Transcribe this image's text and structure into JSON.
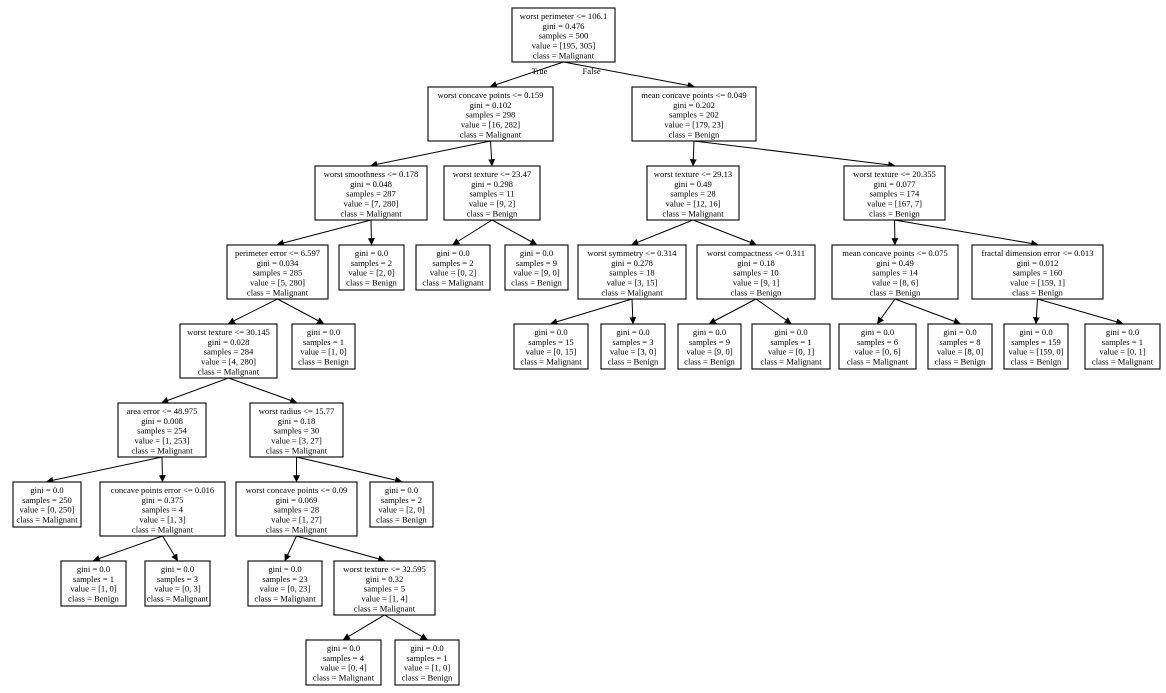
{
  "nodes": [
    {
      "id": "n0",
      "lines": [
        "worst perimeter <= 106.1",
        "gini = 0.476",
        "samples = 500",
        "value = [195, 305]",
        "class = Malignant"
      ]
    },
    {
      "id": "n1",
      "lines": [
        "worst concave points <= 0.159",
        "gini = 0.102",
        "samples = 298",
        "value = [16, 282]",
        "class = Malignant"
      ]
    },
    {
      "id": "n2",
      "lines": [
        "mean concave points <= 0.049",
        "gini = 0.202",
        "samples = 202",
        "value = [179, 23]",
        "class = Benign"
      ]
    },
    {
      "id": "n3",
      "lines": [
        "worst smoothness <= 0.178",
        "gini = 0.048",
        "samples = 287",
        "value = [7, 280]",
        "class = Malignant"
      ]
    },
    {
      "id": "n4",
      "lines": [
        "worst texture <= 23.47",
        "gini = 0.298",
        "samples = 11",
        "value = [9, 2]",
        "class = Benign"
      ]
    },
    {
      "id": "n5",
      "lines": [
        "worst texture <= 29.13",
        "gini = 0.49",
        "samples = 28",
        "value = [12, 16]",
        "class = Malignant"
      ]
    },
    {
      "id": "n6",
      "lines": [
        "worst texture <= 20.355",
        "gini = 0.077",
        "samples = 174",
        "value = [167, 7]",
        "class = Benign"
      ]
    },
    {
      "id": "n7",
      "lines": [
        "perimeter error <= 6.597",
        "gini = 0.034",
        "samples = 285",
        "value = [5, 280]",
        "class = Malignant"
      ]
    },
    {
      "id": "n8",
      "lines": [
        "gini = 0.0",
        "samples = 2",
        "value = [2, 0]",
        "class = Benign"
      ]
    },
    {
      "id": "n9",
      "lines": [
        "gini = 0.0",
        "samples = 2",
        "value = [0, 2]",
        "class = Malignant"
      ]
    },
    {
      "id": "n10",
      "lines": [
        "gini = 0.0",
        "samples = 9",
        "value = [9, 0]",
        "class = Benign"
      ]
    },
    {
      "id": "n11",
      "lines": [
        "worst symmetry <= 0.314",
        "gini = 0.278",
        "samples = 18",
        "value = [3, 15]",
        "class = Malignant"
      ]
    },
    {
      "id": "n12",
      "lines": [
        "worst compactness <= 0.311",
        "gini = 0.18",
        "samples = 10",
        "value = [9, 1]",
        "class = Benign"
      ]
    },
    {
      "id": "n13",
      "lines": [
        "mean concave points <= 0.075",
        "gini = 0.49",
        "samples = 14",
        "value = [8, 6]",
        "class = Benign"
      ]
    },
    {
      "id": "n14",
      "lines": [
        "fractal dimension error <= 0.013",
        "gini = 0.012",
        "samples = 160",
        "value = [159, 1]",
        "class = Benign"
      ]
    },
    {
      "id": "n15",
      "lines": [
        "worst texture <= 30.145",
        "gini = 0.028",
        "samples = 284",
        "value = [4, 280]",
        "class = Malignant"
      ]
    },
    {
      "id": "n16",
      "lines": [
        "gini = 0.0",
        "samples = 1",
        "value = [1, 0]",
        "class = Benign"
      ]
    },
    {
      "id": "n17",
      "lines": [
        "gini = 0.0",
        "samples = 15",
        "value = [0, 15]",
        "class = Malignant"
      ]
    },
    {
      "id": "n18",
      "lines": [
        "gini = 0.0",
        "samples = 3",
        "value = [3, 0]",
        "class = Benign"
      ]
    },
    {
      "id": "n19",
      "lines": [
        "gini = 0.0",
        "samples = 9",
        "value = [9, 0]",
        "class = Benign"
      ]
    },
    {
      "id": "n20",
      "lines": [
        "gini = 0.0",
        "samples = 1",
        "value = [0, 1]",
        "class = Malignant"
      ]
    },
    {
      "id": "n21",
      "lines": [
        "gini = 0.0",
        "samples = 6",
        "value = [0, 6]",
        "class = Malignant"
      ]
    },
    {
      "id": "n22",
      "lines": [
        "gini = 0.0",
        "samples = 8",
        "value = [8, 0]",
        "class = Benign"
      ]
    },
    {
      "id": "n23",
      "lines": [
        "gini = 0.0",
        "samples = 159",
        "value = [159, 0]",
        "class = Benign"
      ]
    },
    {
      "id": "n24",
      "lines": [
        "gini = 0.0",
        "samples = 1",
        "value = [0, 1]",
        "class = Malignant"
      ]
    },
    {
      "id": "n25",
      "lines": [
        "area error <= 48.975",
        "gini = 0.008",
        "samples = 254",
        "value = [1, 253]",
        "class = Malignant"
      ]
    },
    {
      "id": "n26",
      "lines": [
        "worst radius <= 15.77",
        "gini = 0.18",
        "samples = 30",
        "value = [3, 27]",
        "class = Malignant"
      ]
    },
    {
      "id": "n27",
      "lines": [
        "gini = 0.0",
        "samples = 250",
        "value = [0, 250]",
        "class = Malignant"
      ]
    },
    {
      "id": "n28",
      "lines": [
        "concave points error <= 0.016",
        "gini = 0.375",
        "samples = 4",
        "value = [1, 3]",
        "class = Malignant"
      ]
    },
    {
      "id": "n29",
      "lines": [
        "worst concave points <= 0.09",
        "gini = 0.069",
        "samples = 28",
        "value = [1, 27]",
        "class = Malignant"
      ]
    },
    {
      "id": "n30",
      "lines": [
        "gini = 0.0",
        "samples = 2",
        "value = [2, 0]",
        "class = Benign"
      ]
    },
    {
      "id": "n31",
      "lines": [
        "gini = 0.0",
        "samples = 1",
        "value = [1, 0]",
        "class = Benign"
      ]
    },
    {
      "id": "n32",
      "lines": [
        "gini = 0.0",
        "samples = 3",
        "value = [0, 3]",
        "class = Malignant"
      ]
    },
    {
      "id": "n33",
      "lines": [
        "gini = 0.0",
        "samples = 23",
        "value = [0, 23]",
        "class = Malignant"
      ]
    },
    {
      "id": "n34",
      "lines": [
        "worst texture <= 32.595",
        "gini = 0.32",
        "samples = 5",
        "value = [1, 4]",
        "class = Malignant"
      ]
    },
    {
      "id": "n35",
      "lines": [
        "gini = 0.0",
        "samples = 4",
        "value = [0, 4]",
        "class = Malignant"
      ]
    },
    {
      "id": "n36",
      "lines": [
        "gini = 0.0",
        "samples = 1",
        "value = [1, 0]",
        "class = Benign"
      ]
    }
  ],
  "edges": [
    {
      "from": "n0",
      "to": "n1",
      "label": "True"
    },
    {
      "from": "n0",
      "to": "n2",
      "label": "False"
    },
    {
      "from": "n1",
      "to": "n3"
    },
    {
      "from": "n1",
      "to": "n4"
    },
    {
      "from": "n2",
      "to": "n5"
    },
    {
      "from": "n2",
      "to": "n6"
    },
    {
      "from": "n3",
      "to": "n7"
    },
    {
      "from": "n3",
      "to": "n8"
    },
    {
      "from": "n4",
      "to": "n9"
    },
    {
      "from": "n4",
      "to": "n10"
    },
    {
      "from": "n5",
      "to": "n11"
    },
    {
      "from": "n5",
      "to": "n12"
    },
    {
      "from": "n6",
      "to": "n13"
    },
    {
      "from": "n6",
      "to": "n14"
    },
    {
      "from": "n7",
      "to": "n15"
    },
    {
      "from": "n7",
      "to": "n16"
    },
    {
      "from": "n11",
      "to": "n17"
    },
    {
      "from": "n11",
      "to": "n18"
    },
    {
      "from": "n12",
      "to": "n19"
    },
    {
      "from": "n12",
      "to": "n20"
    },
    {
      "from": "n13",
      "to": "n21"
    },
    {
      "from": "n13",
      "to": "n22"
    },
    {
      "from": "n14",
      "to": "n23"
    },
    {
      "from": "n14",
      "to": "n24"
    },
    {
      "from": "n15",
      "to": "n25"
    },
    {
      "from": "n15",
      "to": "n26"
    },
    {
      "from": "n25",
      "to": "n27"
    },
    {
      "from": "n25",
      "to": "n28"
    },
    {
      "from": "n26",
      "to": "n29"
    },
    {
      "from": "n26",
      "to": "n30"
    },
    {
      "from": "n28",
      "to": "n31"
    },
    {
      "from": "n28",
      "to": "n32"
    },
    {
      "from": "n29",
      "to": "n33"
    },
    {
      "from": "n29",
      "to": "n34"
    },
    {
      "from": "n34",
      "to": "n35"
    },
    {
      "from": "n34",
      "to": "n36"
    }
  ]
}
